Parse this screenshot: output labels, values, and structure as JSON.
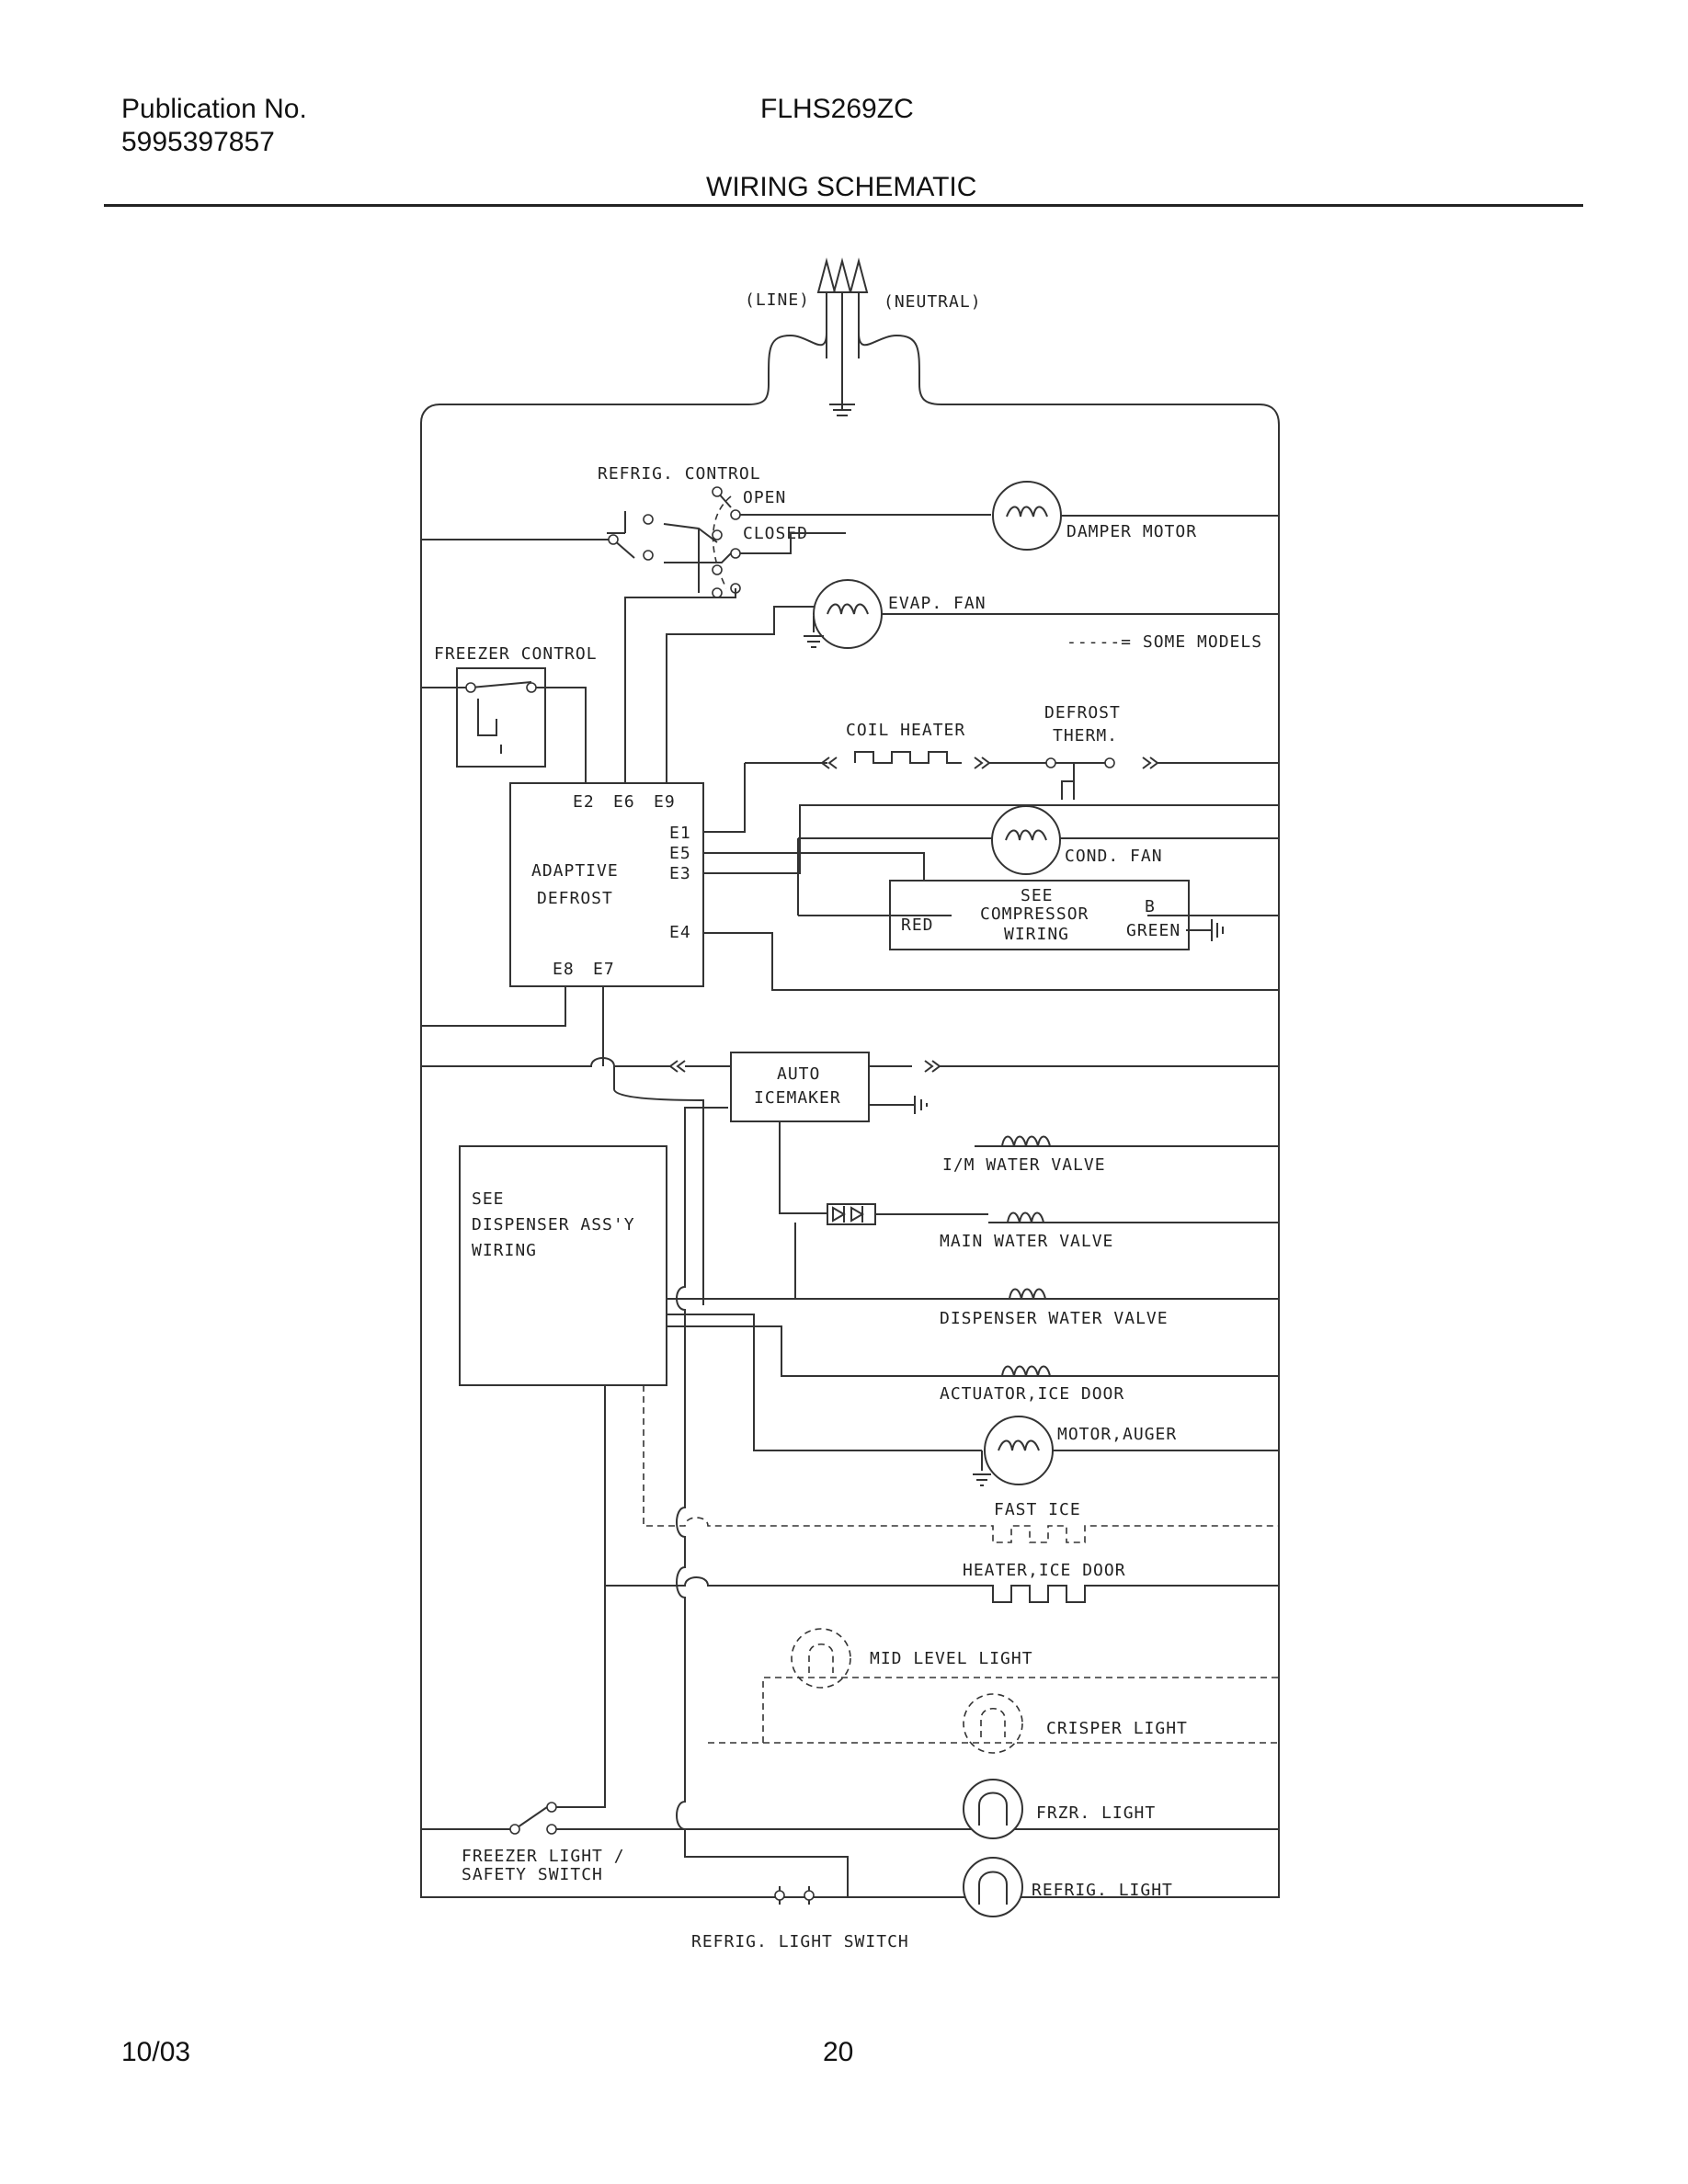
{
  "header": {
    "publication_label": "Publication No.",
    "publication_number": "5995397857",
    "model": "FLHS269ZC",
    "title": "WIRING SCHEMATIC"
  },
  "footer": {
    "date": "10/03",
    "page": "20"
  },
  "labels": {
    "line": "(LINE)",
    "neutral": "(NEUTRAL)",
    "refrig_control": "REFRIG. CONTROL",
    "open": "OPEN",
    "closed": "CLOSED",
    "damper_motor": "DAMPER MOTOR",
    "evap_fan": "EVAP. FAN",
    "some_models": "-----= SOME MODELS",
    "freezer_control": "FREEZER CONTROL",
    "coil_heater": "COIL HEATER",
    "defrost": "DEFROST",
    "therm": "THERM.",
    "e2": "E2",
    "e6": "E6",
    "e9": "E9",
    "e1": "E1",
    "e5": "E5",
    "e3": "E3",
    "e4": "E4",
    "e8": "E8",
    "e7": "E7",
    "adaptive": "ADAPTIVE",
    "defrost_box": "DEFROST",
    "cond_fan": "COND. FAN",
    "see": "SEE",
    "compressor": "COMPRESSOR",
    "wiring": "WIRING",
    "red": "RED",
    "b": "B",
    "green": "GREEN",
    "auto": "AUTO",
    "icemaker": "ICEMAKER",
    "im_water_valve": "I/M WATER VALVE",
    "main_water_valve": "MAIN WATER VALVE",
    "dispenser_water_valve": "DISPENSER WATER VALVE",
    "actuator_ice_door": "ACTUATOR,ICE DOOR",
    "motor_auger": "MOTOR,AUGER",
    "see_disp": "SEE",
    "dispenser_assy": "DISPENSER ASS'Y",
    "wiring_disp": "WIRING",
    "fast_ice": "FAST ICE",
    "heater_ice_door": "HEATER,ICE DOOR",
    "mid_level_light": "MID LEVEL LIGHT",
    "crisper_light": "CRISPER LIGHT",
    "frzr_light": "FRZR. LIGHT",
    "refrig_light": "REFRIG. LIGHT",
    "freezer_light": "FREEZER LIGHT /",
    "safety_switch": "SAFETY SWITCH",
    "refrig_light_switch": "REFRIG. LIGHT SWITCH"
  }
}
